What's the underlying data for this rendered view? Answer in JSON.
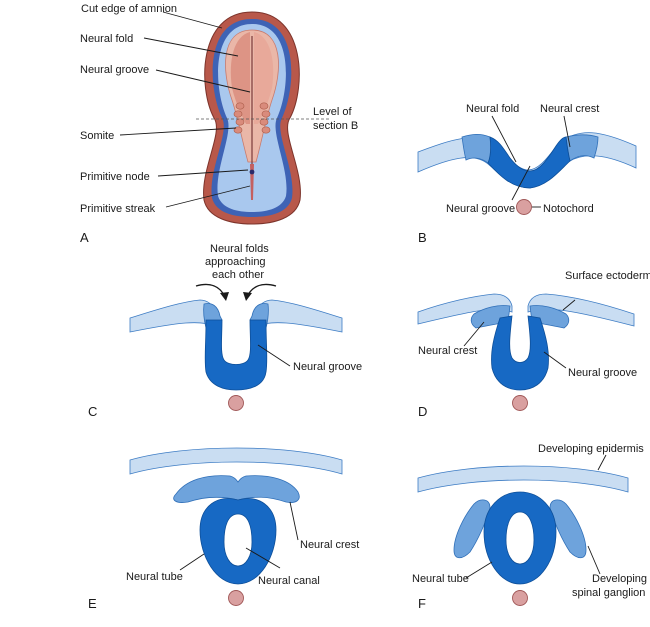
{
  "panels": {
    "A": {
      "letter": "A",
      "labels": {
        "amnion": "Cut edge of amnion",
        "neural_fold": "Neural fold",
        "neural_groove": "Neural groove",
        "level_1": "Level of",
        "level_2": "section B",
        "somite": "Somite",
        "primitive_node": "Primitive node",
        "primitive_streak": "Primitive streak"
      }
    },
    "B": {
      "letter": "B",
      "labels": {
        "neural_fold": "Neural fold",
        "neural_crest": "Neural crest",
        "neural_groove": "Neural groove",
        "notochord": "Notochord"
      }
    },
    "C": {
      "letter": "C",
      "labels": {
        "approach_1": "Neural folds",
        "approach_2": "approaching",
        "approach_3": "each other",
        "neural_groove": "Neural groove"
      }
    },
    "D": {
      "letter": "D",
      "labels": {
        "surface_ectoderm": "Surface ectoderm",
        "neural_crest": "Neural crest",
        "neural_groove": "Neural groove"
      }
    },
    "E": {
      "letter": "E",
      "labels": {
        "neural_crest": "Neural crest",
        "neural_tube": "Neural tube",
        "neural_canal": "Neural canal"
      }
    },
    "F": {
      "letter": "F",
      "labels": {
        "developing_epidermis": "Developing epidermis",
        "neural_tube": "Neural tube",
        "ganglion_1": "Developing",
        "ganglion_2": "spinal ganglion"
      }
    }
  }
}
